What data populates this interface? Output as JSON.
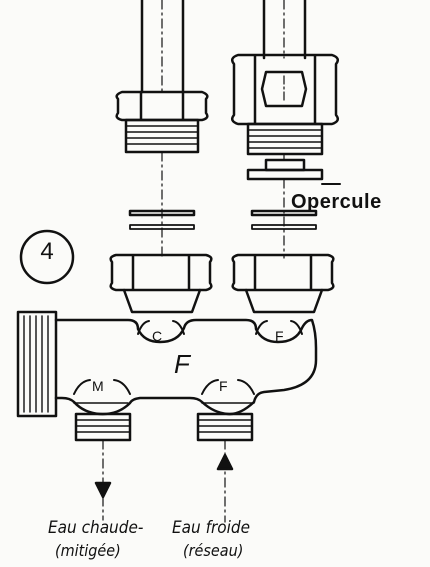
{
  "figure": {
    "step_number": "4",
    "opercule": "Opercule",
    "hot_water": {
      "label": "Eau chaude-",
      "sublabel": "(mitigée)"
    },
    "cold_water": {
      "label": "Eau froide",
      "sublabel": "(réseau)"
    },
    "marks": {
      "c": "C",
      "f_right": "F",
      "body": "F",
      "m": "M",
      "f_bottom": "F"
    }
  },
  "colors": {
    "ink": "#111111",
    "paper": "#fbfbf9"
  }
}
